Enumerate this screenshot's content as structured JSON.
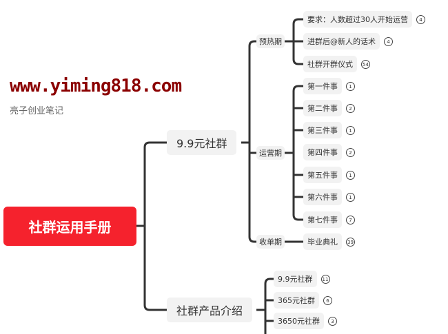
{
  "root": "社群运用手册",
  "branches": [
    {
      "label": "9.9元社群",
      "phases": [
        {
          "label": "预热期",
          "items": [
            {
              "label": "要求：人数超过30人开始运营",
              "count": "4"
            },
            {
              "label": "进群后@新人的话术",
              "count": "4"
            },
            {
              "label": "社群开群仪式",
              "count": "54"
            }
          ]
        },
        {
          "label": "运营期",
          "items": [
            {
              "label": "第一件事",
              "count": "1"
            },
            {
              "label": "第二件事",
              "count": "2"
            },
            {
              "label": "第三件事",
              "count": "1"
            },
            {
              "label": "第四件事",
              "count": "2"
            },
            {
              "label": "第五件事",
              "count": "1"
            },
            {
              "label": "第六件事",
              "count": "1"
            },
            {
              "label": "第七件事",
              "count": "7"
            }
          ]
        },
        {
          "label": "收单期",
          "items": [
            {
              "label": "毕业典礼",
              "count": "39"
            }
          ]
        }
      ]
    },
    {
      "label": "社群产品介绍",
      "items": [
        {
          "label": "9.9元社群",
          "count": "11"
        },
        {
          "label": "365元社群",
          "count": "6"
        },
        {
          "label": "3650元社群",
          "count": "3"
        }
      ]
    }
  ],
  "watermark": {
    "url": "www.yiming818.com",
    "account": "亮子创业笔记"
  }
}
